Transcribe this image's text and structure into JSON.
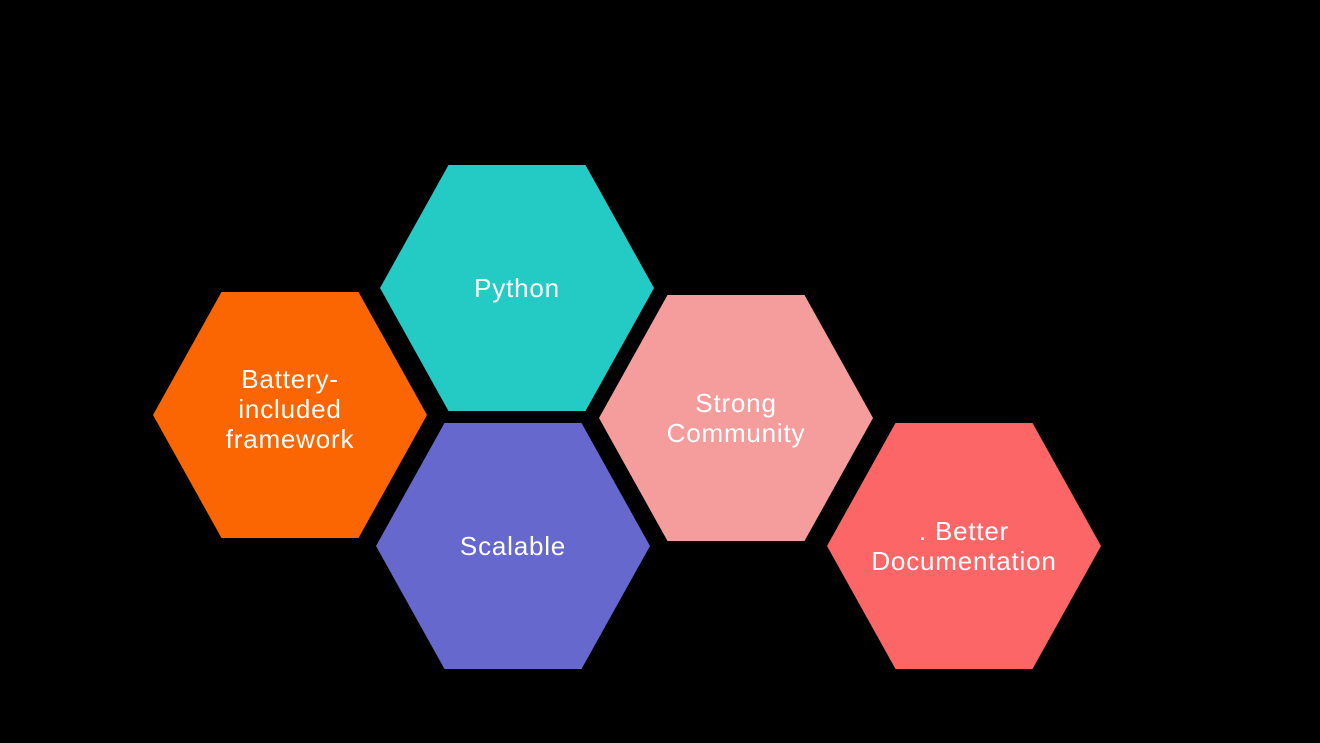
{
  "background_color": "#000000",
  "text_color": "#FFFFFF",
  "hexagons": [
    {
      "id": "python",
      "label": "Python",
      "color": "#23CBC4"
    },
    {
      "id": "battery-included-framework",
      "label": "Battery-\nincluded\nframework",
      "color": "#FB6502"
    },
    {
      "id": "scalable",
      "label": "Scalable",
      "color": "#6668CE"
    },
    {
      "id": "strong-community",
      "label": "Strong\nCommunity",
      "color": "#F59C9C"
    },
    {
      "id": "better-documentation",
      "label": ". Better\nDocumentation",
      "color": "#FC6666"
    }
  ]
}
